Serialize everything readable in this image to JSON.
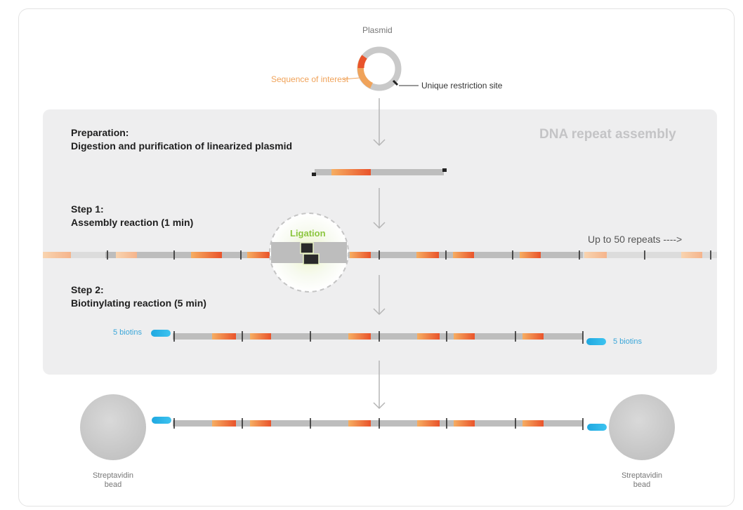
{
  "title": "DNA repeat assembly",
  "plasmid": {
    "label": "Plasmid",
    "sequence_label": "Sequence of interest",
    "site_label": "Unique restriction site"
  },
  "preparation": {
    "heading": "Preparation:",
    "detail": "Digestion and purification of linearized plasmid"
  },
  "step1": {
    "heading": "Step 1:",
    "detail": "Assembly reaction (1 min)",
    "ligation_label": "Ligation",
    "repeats_label": "Up to 50 repeats ---->"
  },
  "step2": {
    "heading": "Step 2:",
    "detail": "Biotinylating reaction (5 min)",
    "biotin_left": "5 biotins",
    "biotin_right": "5 biotins"
  },
  "beads": {
    "left_line1": "Streptavidin",
    "left_line2": "bead",
    "right_line1": "Streptavidin",
    "right_line2": "bead"
  },
  "colors": {
    "orange": "#f0a35a",
    "orange_dark": "#e8542a",
    "gray_strand": "#bdbdbd",
    "biotin_blue": "#2ab3e6",
    "ligation_green": "#8cc63f",
    "panel": "#eeeeef"
  }
}
